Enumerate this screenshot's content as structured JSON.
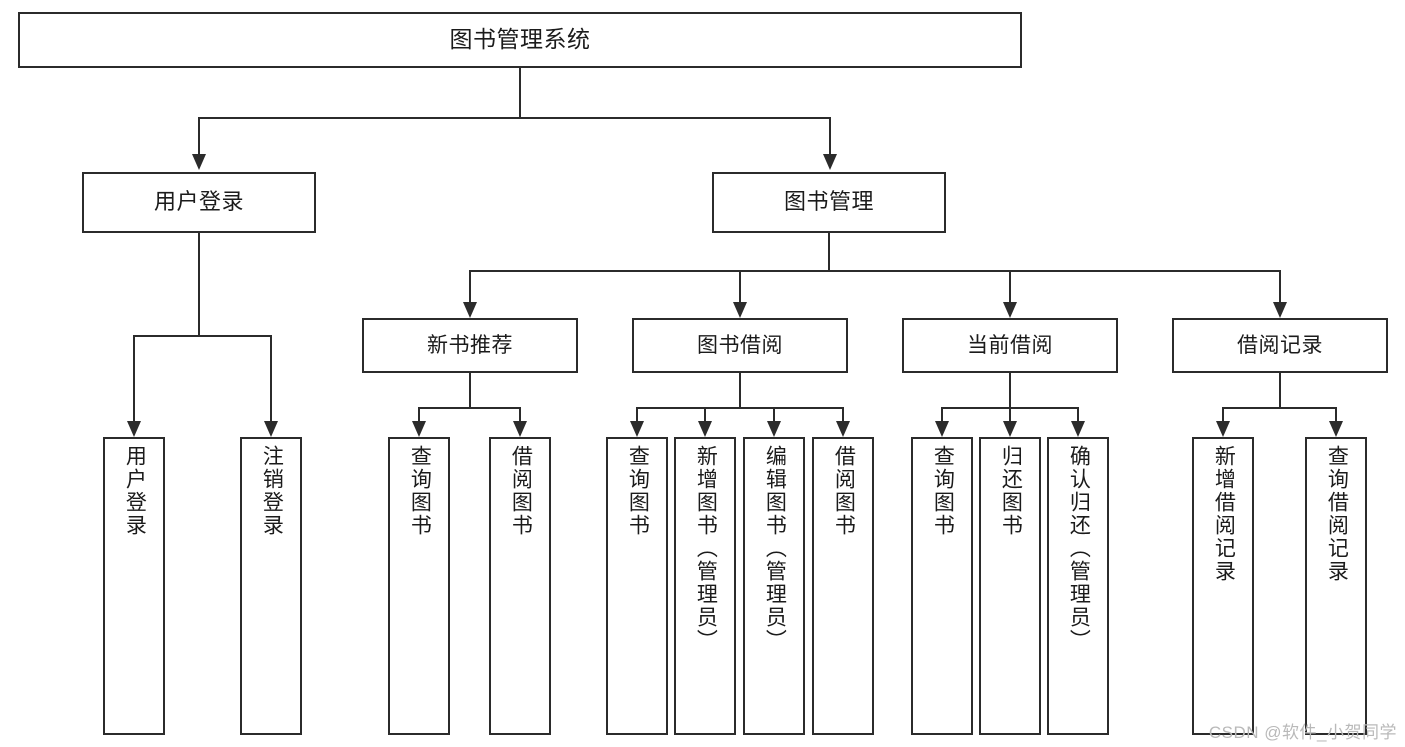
{
  "diagram": {
    "title": "图书管理系统",
    "watermark": "CSDN @软件_小贺同学",
    "root": {
      "label": "图书管理系统"
    },
    "tier2": [
      {
        "label": "用户登录"
      },
      {
        "label": "图书管理"
      }
    ],
    "tier3": [
      {
        "label": "新书推荐"
      },
      {
        "label": "图书借阅"
      },
      {
        "label": "当前借阅"
      },
      {
        "label": "借阅记录"
      }
    ],
    "leaves": {
      "user_login": [
        {
          "label": "用户登录"
        },
        {
          "label": "注销登录"
        }
      ],
      "new_book": [
        {
          "label": "查询图书"
        },
        {
          "label": "借阅图书"
        }
      ],
      "borrow_book": [
        {
          "label": "查询图书"
        },
        {
          "label": "新增图书（管理员）"
        },
        {
          "label": "编辑图书（管理员）"
        },
        {
          "label": "借阅图书"
        }
      ],
      "current_borrow": [
        {
          "label": "查询图书"
        },
        {
          "label": "归还图书"
        },
        {
          "label": "确认归还（管理员）"
        }
      ],
      "borrow_record": [
        {
          "label": "新增借阅记录"
        },
        {
          "label": "查询借阅记录"
        }
      ]
    }
  },
  "chart_data": {
    "type": "diagram",
    "title": "图书管理系统",
    "structure": "tree",
    "nodes": [
      {
        "id": "root",
        "label": "图书管理系统",
        "level": 0,
        "parent": null
      },
      {
        "id": "user-login",
        "label": "用户登录",
        "level": 1,
        "parent": "root"
      },
      {
        "id": "book-manage",
        "label": "图书管理",
        "level": 1,
        "parent": "root"
      },
      {
        "id": "new-book-rec",
        "label": "新书推荐",
        "level": 2,
        "parent": "book-manage"
      },
      {
        "id": "book-borrow",
        "label": "图书借阅",
        "level": 2,
        "parent": "book-manage"
      },
      {
        "id": "current-borrow",
        "label": "当前借阅",
        "level": 2,
        "parent": "book-manage"
      },
      {
        "id": "borrow-record",
        "label": "借阅记录",
        "level": 2,
        "parent": "book-manage"
      },
      {
        "id": "leaf-user-login",
        "label": "用户登录",
        "level": 2,
        "parent": "user-login"
      },
      {
        "id": "leaf-logout",
        "label": "注销登录",
        "level": 2,
        "parent": "user-login"
      },
      {
        "id": "leaf-nb-query",
        "label": "查询图书",
        "level": 3,
        "parent": "new-book-rec"
      },
      {
        "id": "leaf-nb-borrow",
        "label": "借阅图书",
        "level": 3,
        "parent": "new-book-rec"
      },
      {
        "id": "leaf-bb-query",
        "label": "查询图书",
        "level": 3,
        "parent": "book-borrow"
      },
      {
        "id": "leaf-bb-add",
        "label": "新增图书（管理员）",
        "level": 3,
        "parent": "book-borrow"
      },
      {
        "id": "leaf-bb-edit",
        "label": "编辑图书（管理员）",
        "level": 3,
        "parent": "book-borrow"
      },
      {
        "id": "leaf-bb-borrow",
        "label": "借阅图书",
        "level": 3,
        "parent": "book-borrow"
      },
      {
        "id": "leaf-cb-query",
        "label": "查询图书",
        "level": 3,
        "parent": "current-borrow"
      },
      {
        "id": "leaf-cb-return",
        "label": "归还图书",
        "level": 3,
        "parent": "current-borrow"
      },
      {
        "id": "leaf-cb-confirm",
        "label": "确认归还（管理员）",
        "level": 3,
        "parent": "current-borrow"
      },
      {
        "id": "leaf-br-add",
        "label": "新增借阅记录",
        "level": 3,
        "parent": "borrow-record"
      },
      {
        "id": "leaf-br-query",
        "label": "查询借阅记录",
        "level": 3,
        "parent": "borrow-record"
      }
    ],
    "colors": {
      "border": "#2b2b2b",
      "background": "#ffffff",
      "text": "#1b1b1b",
      "watermark": "#b9b9b9"
    }
  }
}
